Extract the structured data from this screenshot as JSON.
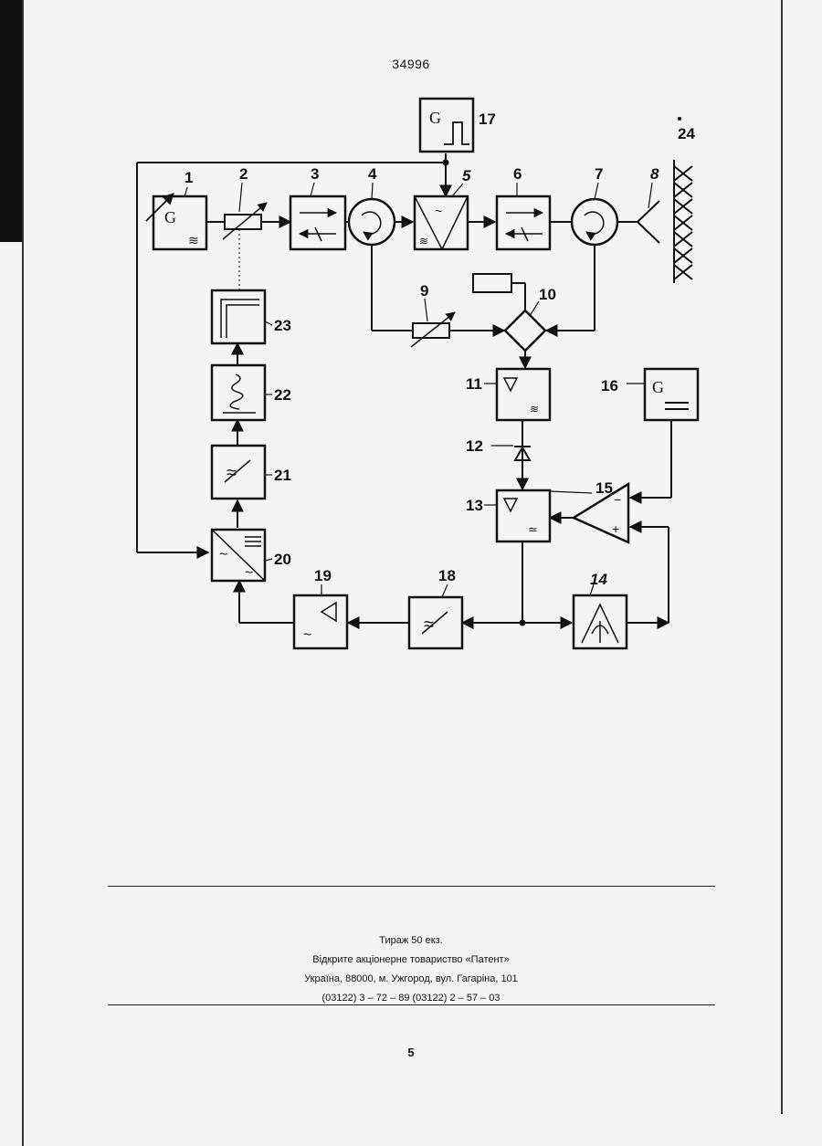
{
  "patent_number": "34996",
  "block_labels": {
    "b1": "1",
    "b2": "2",
    "b3": "3",
    "b4": "4",
    "b5": "5",
    "b6": "6",
    "b7": "7",
    "b8": "8",
    "b9": "9",
    "b10": "10",
    "b11": "11",
    "b12": "12",
    "b13": "13",
    "b14": "14",
    "b15": "15",
    "b16": "16",
    "b17": "17",
    "b18": "18",
    "b19": "19",
    "b20": "20",
    "b21": "21",
    "b22": "22",
    "b23": "23",
    "b24": "24"
  },
  "generator_symbol": "G",
  "footer": {
    "line1": "Тираж 50 екз.",
    "line2": "Відкрите акціонерне товариство «Патент»",
    "line3": "Україна, 88000, м. Ужгород, вул. Гагаріна, 101",
    "line4": "(03122) 3 – 72 – 89  (03122) 2 – 57 – 03"
  },
  "page_number": "5"
}
